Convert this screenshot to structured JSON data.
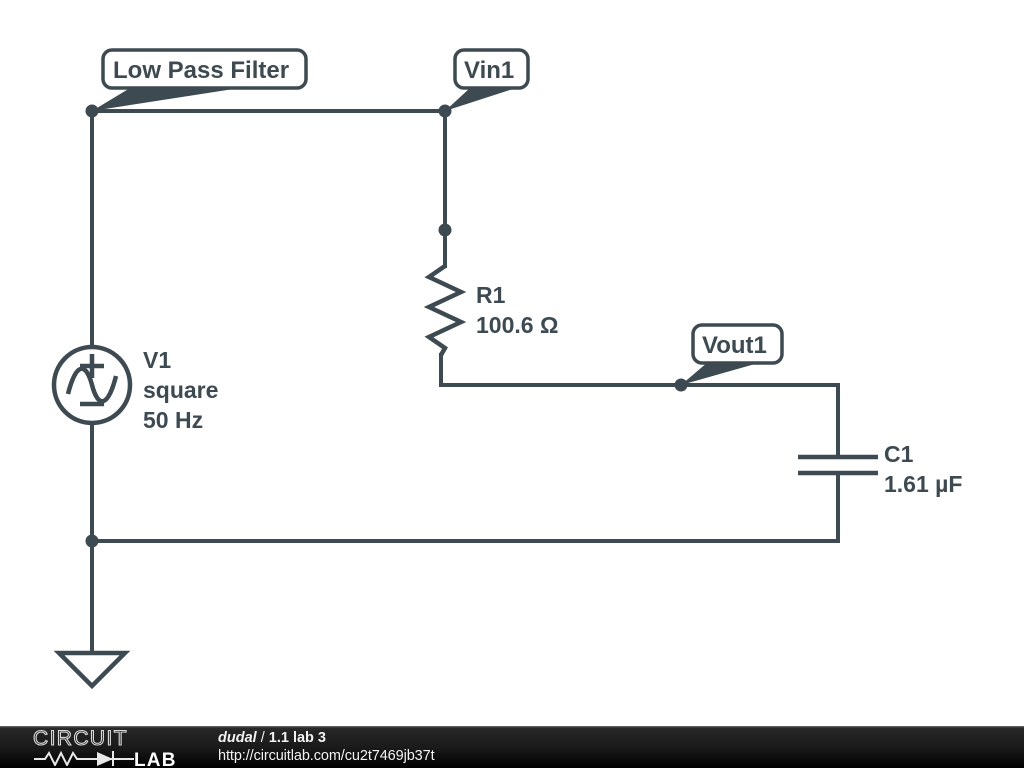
{
  "schematic": {
    "title_flag": "Low Pass Filter",
    "node_flags": [
      {
        "name": "Vin1",
        "label": "Vin1"
      },
      {
        "name": "Vout1",
        "label": "Vout1"
      }
    ],
    "components": [
      {
        "ref": "V1",
        "type": "voltage-source",
        "lines": [
          "V1",
          "square",
          "50 Hz"
        ],
        "polarity_plus": "+",
        "polarity_minus": "−"
      },
      {
        "ref": "R1",
        "type": "resistor",
        "lines": [
          "R1",
          "100.6 Ω"
        ]
      },
      {
        "ref": "C1",
        "type": "capacitor",
        "lines": [
          "C1",
          "1.61 µF"
        ]
      }
    ],
    "ground": {
      "name": "ground-symbol"
    },
    "colors": {
      "ink": "#3e4a51",
      "background": "#ffffff"
    }
  },
  "footer": {
    "logo": {
      "word_top": "CIRCUIT",
      "word_bottom": "LAB"
    },
    "credit": {
      "user": "dudal",
      "separator": " / ",
      "title": "1.1 lab 3",
      "url": "http://circuitlab.com/cu2t7469jb37t"
    },
    "colors": {
      "text": "#f2f2f2",
      "background": "#101010"
    }
  }
}
